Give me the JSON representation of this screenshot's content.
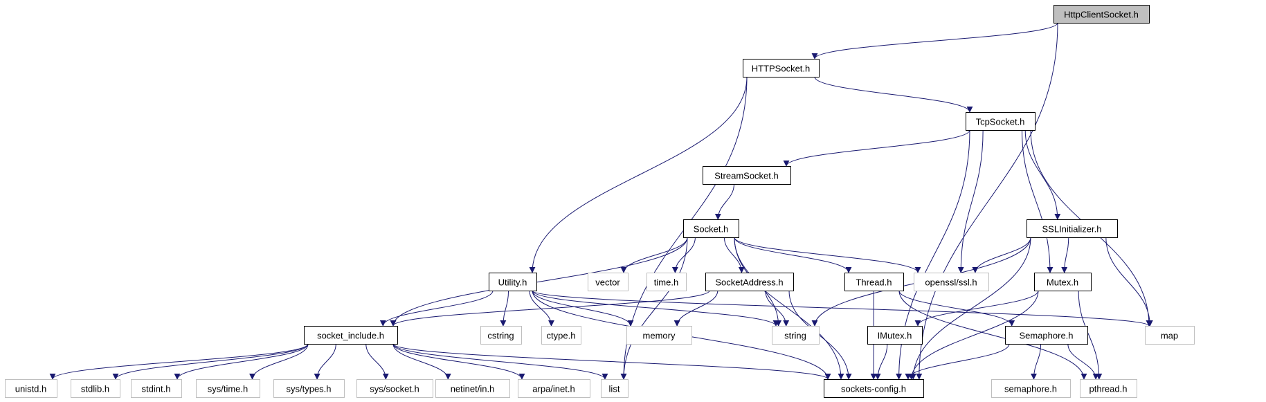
{
  "colors": {
    "edge": "#191970",
    "arrow": "#191970",
    "root_fill": "#bfbfbf",
    "node_border": "#000000",
    "external_border": "#bfbfbf",
    "text": "#000000"
  },
  "nodes": [
    {
      "id": "httpclientsocket",
      "label": "HttpClientSocket.h",
      "kind": "root"
    },
    {
      "id": "httpsocket",
      "label": "HTTPSocket.h",
      "kind": "internal"
    },
    {
      "id": "tcpsocket",
      "label": "TcpSocket.h",
      "kind": "internal"
    },
    {
      "id": "streamsocket",
      "label": "StreamSocket.h",
      "kind": "internal"
    },
    {
      "id": "socket",
      "label": "Socket.h",
      "kind": "internal"
    },
    {
      "id": "sslinitializer",
      "label": "SSLInitializer.h",
      "kind": "internal"
    },
    {
      "id": "utility",
      "label": "Utility.h",
      "kind": "internal"
    },
    {
      "id": "vector",
      "label": "vector",
      "kind": "external"
    },
    {
      "id": "timeh",
      "label": "time.h",
      "kind": "external"
    },
    {
      "id": "socketaddress",
      "label": "SocketAddress.h",
      "kind": "internal"
    },
    {
      "id": "thread",
      "label": "Thread.h",
      "kind": "internal"
    },
    {
      "id": "opensslssl",
      "label": "openssl/ssl.h",
      "kind": "external"
    },
    {
      "id": "mutex",
      "label": "Mutex.h",
      "kind": "internal"
    },
    {
      "id": "socketinclude",
      "label": "socket_include.h",
      "kind": "internal"
    },
    {
      "id": "cstring",
      "label": "cstring",
      "kind": "external"
    },
    {
      "id": "ctypeh",
      "label": "ctype.h",
      "kind": "external"
    },
    {
      "id": "memory",
      "label": "memory",
      "kind": "external"
    },
    {
      "id": "string",
      "label": "string",
      "kind": "external"
    },
    {
      "id": "imutex",
      "label": "IMutex.h",
      "kind": "internal"
    },
    {
      "id": "semaphore",
      "label": "Semaphore.h",
      "kind": "internal"
    },
    {
      "id": "map",
      "label": "map",
      "kind": "external"
    },
    {
      "id": "unistdh",
      "label": "unistd.h",
      "kind": "external"
    },
    {
      "id": "stdlibh",
      "label": "stdlib.h",
      "kind": "external"
    },
    {
      "id": "stdinth",
      "label": "stdint.h",
      "kind": "external"
    },
    {
      "id": "systimeh",
      "label": "sys/time.h",
      "kind": "external"
    },
    {
      "id": "systypesh",
      "label": "sys/types.h",
      "kind": "external"
    },
    {
      "id": "syssocketh",
      "label": "sys/socket.h",
      "kind": "external"
    },
    {
      "id": "netinetinh",
      "label": "netinet/in.h",
      "kind": "external"
    },
    {
      "id": "arpaineth",
      "label": "arpa/inet.h",
      "kind": "external"
    },
    {
      "id": "list",
      "label": "list",
      "kind": "external"
    },
    {
      "id": "socketsconfig",
      "label": "sockets-config.h",
      "kind": "internal"
    },
    {
      "id": "semaphoreh",
      "label": "semaphore.h",
      "kind": "external"
    },
    {
      "id": "pthreadh",
      "label": "pthread.h",
      "kind": "external"
    }
  ],
  "edges": [
    {
      "from": "httpclientsocket",
      "to": "httpsocket"
    },
    {
      "from": "httpclientsocket",
      "to": "socketsconfig"
    },
    {
      "from": "httpsocket",
      "to": "tcpsocket"
    },
    {
      "from": "httpsocket",
      "to": "utility"
    },
    {
      "from": "httpsocket",
      "to": "list"
    },
    {
      "from": "tcpsocket",
      "to": "streamsocket"
    },
    {
      "from": "tcpsocket",
      "to": "opensslssl"
    },
    {
      "from": "tcpsocket",
      "to": "mutex"
    },
    {
      "from": "tcpsocket",
      "to": "sslinitializer"
    },
    {
      "from": "tcpsocket",
      "to": "map"
    },
    {
      "from": "tcpsocket",
      "to": "socketsconfig"
    },
    {
      "from": "streamsocket",
      "to": "socket"
    },
    {
      "from": "socket",
      "to": "socketinclude"
    },
    {
      "from": "socket",
      "to": "list"
    },
    {
      "from": "socket",
      "to": "socketsconfig"
    },
    {
      "from": "socket",
      "to": "vector"
    },
    {
      "from": "socket",
      "to": "timeh"
    },
    {
      "from": "socket",
      "to": "socketaddress"
    },
    {
      "from": "socket",
      "to": "string"
    },
    {
      "from": "socket",
      "to": "thread"
    },
    {
      "from": "socket",
      "to": "opensslssl"
    },
    {
      "from": "sslinitializer",
      "to": "opensslssl"
    },
    {
      "from": "sslinitializer",
      "to": "string"
    },
    {
      "from": "sslinitializer",
      "to": "mutex"
    },
    {
      "from": "sslinitializer",
      "to": "socketsconfig"
    },
    {
      "from": "sslinitializer",
      "to": "map"
    },
    {
      "from": "utility",
      "to": "socketinclude"
    },
    {
      "from": "utility",
      "to": "cstring"
    },
    {
      "from": "utility",
      "to": "ctypeh"
    },
    {
      "from": "utility",
      "to": "memory"
    },
    {
      "from": "utility",
      "to": "string"
    },
    {
      "from": "utility",
      "to": "socketsconfig"
    },
    {
      "from": "utility",
      "to": "map"
    },
    {
      "from": "socketaddress",
      "to": "socketinclude"
    },
    {
      "from": "socketaddress",
      "to": "memory"
    },
    {
      "from": "socketaddress",
      "to": "string"
    },
    {
      "from": "socketaddress",
      "to": "socketsconfig"
    },
    {
      "from": "thread",
      "to": "semaphore"
    },
    {
      "from": "thread",
      "to": "socketsconfig"
    },
    {
      "from": "thread",
      "to": "pthreadh"
    },
    {
      "from": "mutex",
      "to": "imutex"
    },
    {
      "from": "mutex",
      "to": "socketsconfig"
    },
    {
      "from": "mutex",
      "to": "pthreadh"
    },
    {
      "from": "imutex",
      "to": "socketsconfig"
    },
    {
      "from": "semaphore",
      "to": "semaphoreh"
    },
    {
      "from": "semaphore",
      "to": "pthreadh"
    },
    {
      "from": "semaphore",
      "to": "socketsconfig"
    },
    {
      "from": "socketinclude",
      "to": "unistdh"
    },
    {
      "from": "socketinclude",
      "to": "stdlibh"
    },
    {
      "from": "socketinclude",
      "to": "stdinth"
    },
    {
      "from": "socketinclude",
      "to": "systimeh"
    },
    {
      "from": "socketinclude",
      "to": "systypesh"
    },
    {
      "from": "socketinclude",
      "to": "syssocketh"
    },
    {
      "from": "socketinclude",
      "to": "netinetinh"
    },
    {
      "from": "socketinclude",
      "to": "arpaineth"
    },
    {
      "from": "socketinclude",
      "to": "list"
    },
    {
      "from": "socketinclude",
      "to": "socketsconfig"
    }
  ]
}
